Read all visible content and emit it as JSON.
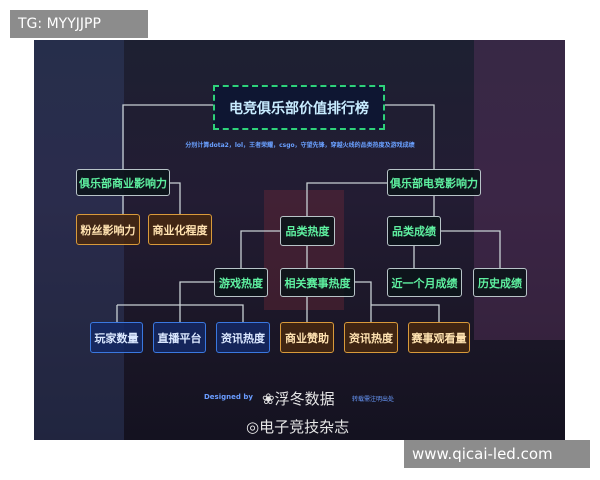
{
  "watermark_top": "TG: MYYJJPP",
  "watermark_bottom": "www.qicai-led.com",
  "title": "电竞俱乐部价值排行榜",
  "subtitle": "分别计算dota2，lol，王者荣耀，csgo，守望先锋，穿越火线的品类热度及游戏成绩",
  "level1": [
    "俱乐部商业影响力",
    "俱乐部电竞影响力"
  ],
  "commercial_children": [
    "粉丝影响力",
    "商业化程度"
  ],
  "level2": [
    "品类热度",
    "品类成绩"
  ],
  "level3": [
    "游戏热度",
    "相关赛事热度",
    "近一个月成绩",
    "历史成绩"
  ],
  "leaves": [
    "玩家数量",
    "直播平台",
    "资讯热度",
    "商业赞助",
    "资讯热度",
    "赛事观看量"
  ],
  "footer": {
    "designed_by": "Designed by",
    "brand": "浮冬数据",
    "note": "转载需注明出处",
    "weibo": "电子竞技杂志"
  },
  "colors": {
    "green": "#5ef0a0",
    "orange": "#d99a3a",
    "blue": "#3a78e0"
  }
}
